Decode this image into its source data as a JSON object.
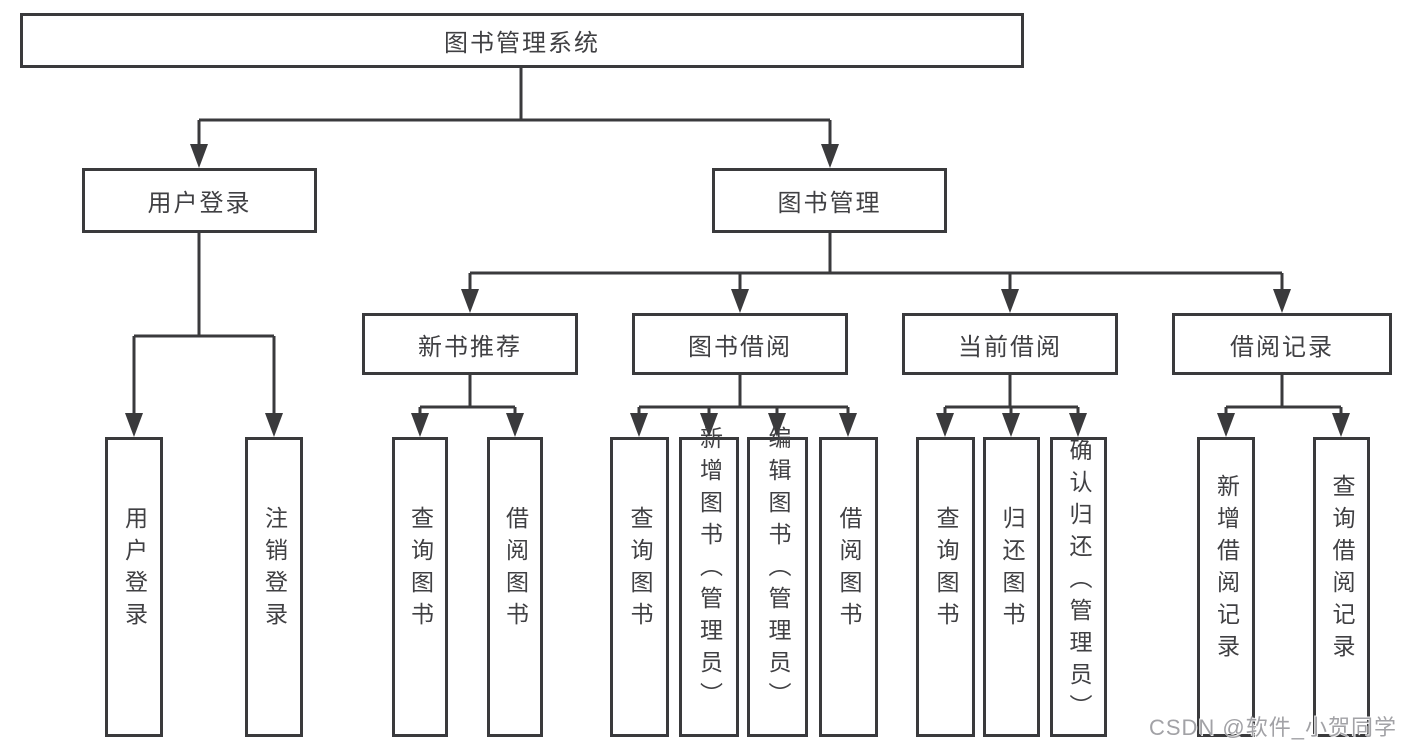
{
  "colors": {
    "line": "#3a3a3c",
    "text": "#404043",
    "watermark": "#a2a2a6",
    "bg": "#ffffff"
  },
  "watermark": "CSDN @软件_小贺同学",
  "tree": {
    "root": {
      "label": "图书管理系统"
    },
    "branches": [
      {
        "label": "用户登录",
        "children": [
          {
            "label": "用户登录"
          },
          {
            "label": "注销登录"
          }
        ]
      },
      {
        "label": "图书管理",
        "children": [
          {
            "label": "新书推荐",
            "children": [
              {
                "label": "查询图书"
              },
              {
                "label": "借阅图书"
              }
            ]
          },
          {
            "label": "图书借阅",
            "children": [
              {
                "label": "查询图书"
              },
              {
                "label": "新增图书（管理员）"
              },
              {
                "label": "编辑图书（管理员）"
              },
              {
                "label": "借阅图书"
              }
            ]
          },
          {
            "label": "当前借阅",
            "children": [
              {
                "label": "查询图书"
              },
              {
                "label": "归还图书"
              },
              {
                "label": "确认归还（管理员）"
              }
            ]
          },
          {
            "label": "借阅记录",
            "children": [
              {
                "label": "新增借阅记录"
              },
              {
                "label": "查询借阅记录"
              }
            ]
          }
        ]
      }
    ]
  }
}
